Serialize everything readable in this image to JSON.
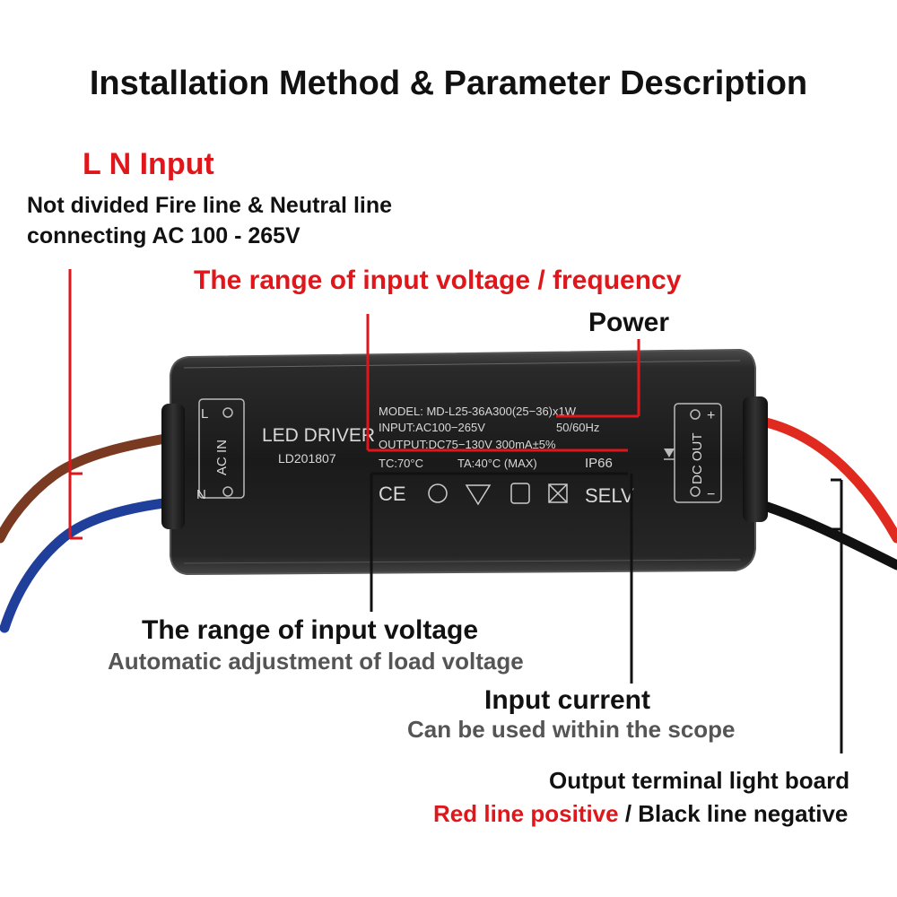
{
  "title": "Installation Method & Parameter Description",
  "ln_input": {
    "heading": "L N Input",
    "line1": "Not divided Fire line & Neutral line",
    "line2": "connecting AC 100 - 265V"
  },
  "range_voltage_frequency": "The range of input voltage / frequency",
  "power": "Power",
  "input_voltage": {
    "heading": "The range of input voltage",
    "sub": "Automatic adjustment of load voltage"
  },
  "input_current": {
    "heading": "Input current",
    "sub": "Can be used within the scope"
  },
  "output_terminal": {
    "heading": "Output terminal light board",
    "red_part": "Red line positive",
    "separator": " / ",
    "black_part": "Black line negative"
  },
  "driver_label": {
    "brand": "LED DRIVER",
    "code": "LD201807",
    "ac_in": "AC IN",
    "dc_out": "DC OUT",
    "l": "L",
    "n": "N",
    "plus": "+",
    "minus": "−",
    "model": "MODEL: MD-L25-36A300(25−36)x1W",
    "input": "INPUT:AC100−265V",
    "freq": "50/60Hz",
    "output": "OUTPUT:DC75−130V 300mA±5%",
    "tc": "TC:70°C",
    "ta": "TA:40°C (MAX)",
    "ip": "IP66",
    "ce": "CE",
    "selv": "SELV"
  },
  "colors": {
    "accent_red": "#e0161b",
    "wire_brown": "#7a3a22",
    "wire_blue": "#1f3f9a",
    "wire_red": "#e02a20",
    "wire_black": "#111111",
    "housing": "#1c1c1c"
  }
}
